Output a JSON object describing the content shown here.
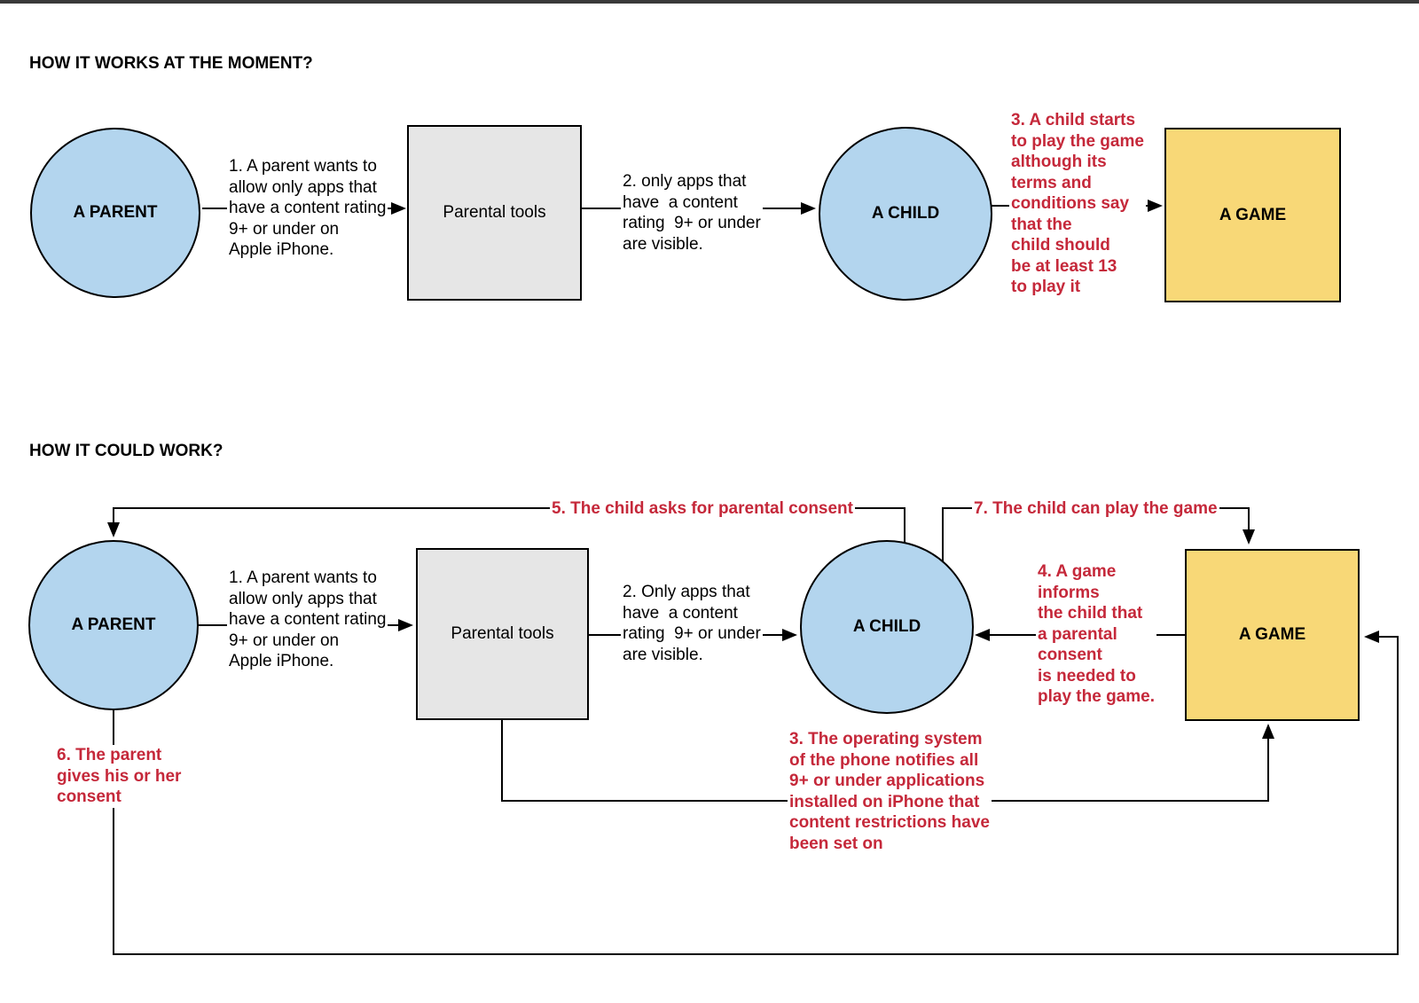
{
  "colors": {
    "actor_fill": "#B3D5EE",
    "tools_fill": "#E6E6E6",
    "game_fill": "#F8D877",
    "stroke": "#000000",
    "red_text": "#C5283A",
    "black_text": "#000000",
    "top_bar": "#3a3a3a"
  },
  "diagram1": {
    "title": "HOW IT WORKS AT THE MOMENT?",
    "nodes": {
      "parent": "A PARENT",
      "tools": "Parental tools",
      "child": "A CHILD",
      "game": "A GAME"
    },
    "steps": {
      "s1": "1. A parent wants to\nallow only apps that\nhave a content rating\n9+ or under on\nApple iPhone.",
      "s2": "2. only apps that\nhave  a content\nrating  9+ or under\nare visible.",
      "s3": "3. A child starts\nto play the game\nalthough its\nterms and\nconditions say\nthat the\nchild should\nbe at least 13\nto play it"
    }
  },
  "diagram2": {
    "title": "HOW IT COULD WORK?",
    "nodes": {
      "parent": "A PARENT",
      "tools": "Parental tools",
      "child": "A CHILD",
      "game": "A GAME"
    },
    "steps": {
      "s1": "1. A parent wants to\nallow only apps that\nhave a content rating\n9+ or under on\nApple iPhone.",
      "s2": "2. Only apps that\nhave  a content\nrating  9+ or under\nare visible.",
      "s3": "3. The operating system\nof the phone notifies all\n9+ or under applications\ninstalled on iPhone that\ncontent restrictions have\nbeen set on",
      "s4": "4. A game\ninforms\nthe child that\na parental\nconsent\nis needed to\nplay the game.",
      "s5": "5. The child asks for parental consent",
      "s6": "6. The parent\ngives his or her\nconsent",
      "s7": "7. The child can play the game"
    }
  }
}
